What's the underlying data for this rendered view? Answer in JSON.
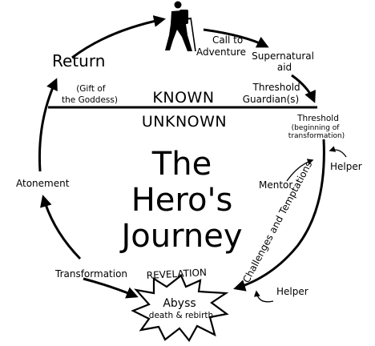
{
  "diagram": {
    "title_lines": [
      "The",
      "Hero's",
      "Journey"
    ],
    "divider_top": "KNOWN",
    "divider_bottom": "UNKNOWN",
    "stages": {
      "call_to_adventure": [
        "Call to",
        "Adventure"
      ],
      "supernatural_aid": [
        "Supernatural",
        "aid"
      ],
      "threshold_guardians": [
        "Threshold",
        "Guardian(s)"
      ],
      "threshold": "Threshold",
      "threshold_note": [
        "(beginning of",
        "transformation)"
      ],
      "helper_top": "Helper",
      "mentor": "Mentor",
      "challenges": "Challenges and Temptations",
      "helper_bottom": "Helper",
      "abyss": "Abyss",
      "abyss_note": "death & rebirth",
      "revelation": "REVELATION",
      "transformation": "Transformation",
      "atonement": "Atonement",
      "return": "Return",
      "gift": [
        "(Gift of",
        "the Goddess)"
      ]
    },
    "icons": [
      "hiker-icon",
      "starburst-icon"
    ],
    "colors": {
      "ink": "#000000",
      "background": "#ffffff"
    }
  }
}
